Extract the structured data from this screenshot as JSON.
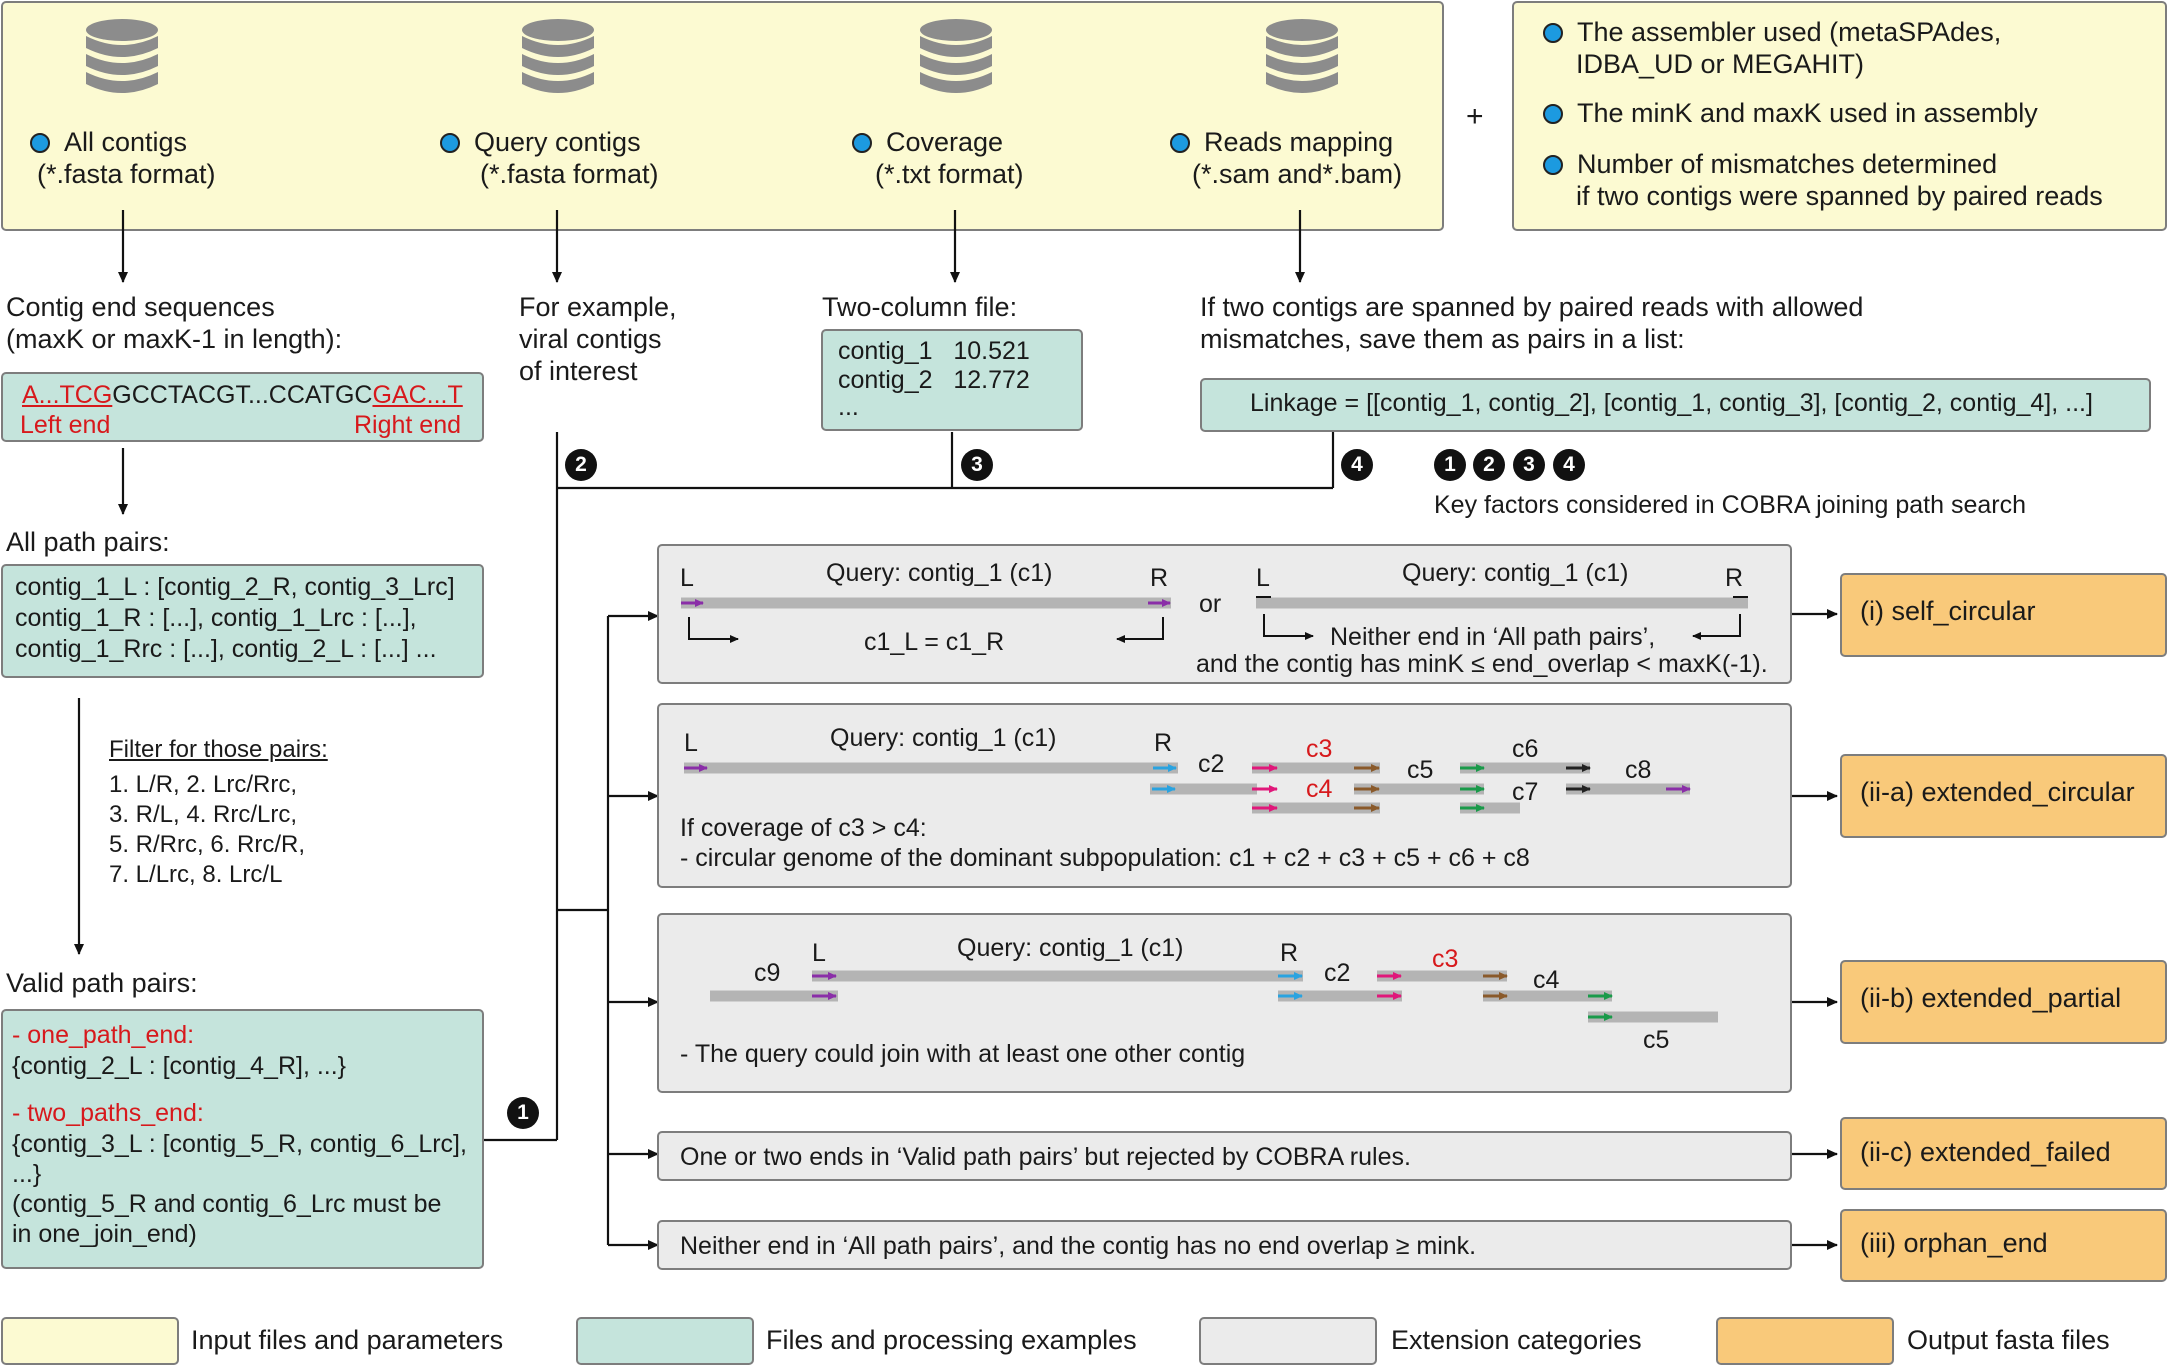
{
  "inputs": [
    {
      "label": "All contigs",
      "format": "(*.fasta format)"
    },
    {
      "label": "Query contigs",
      "format": "(*.fasta format)"
    },
    {
      "label": "Coverage",
      "format": "(*.txt format)"
    },
    {
      "label": "Reads mapping",
      "format": "(*.sam and*.bam)"
    }
  ],
  "plus": "+",
  "params": [
    [
      "The assembler used (metaSPAdes,",
      "IDBA_UD or MEGAHIT)"
    ],
    [
      "The minK and maxK used in assembly"
    ],
    [
      "Number of mismatches determined",
      "if two contigs were spanned by paired reads"
    ]
  ],
  "contig_end": {
    "title1": "Contig end sequences",
    "title2": "(maxK or maxK-1 in length):",
    "seq_left_red": "A...TCG",
    "seq_mid": "GCCTACGT...CCATGC",
    "seq_right_red": "GAC...T",
    "left_end": "Left end",
    "right_end": "Right end"
  },
  "query_example": [
    "For example,",
    "viral contigs",
    "of interest"
  ],
  "two_column": {
    "title": "Two-column file:",
    "rows": [
      [
        "contig_1",
        "10.521"
      ],
      [
        "contig_2",
        "12.772"
      ],
      [
        "...",
        ""
      ]
    ]
  },
  "linkage": {
    "title1": "If two contigs are spanned by paired reads with allowed",
    "title2": "mismatches, save them as pairs in a list:",
    "text": "Linkage = [[contig_1, contig_2], [contig_1, contig_3], [contig_2, contig_4], ...]"
  },
  "key_factors": {
    "numbers": [
      "1",
      "2",
      "3",
      "4"
    ],
    "text": "Key factors considered in COBRA joining path search"
  },
  "all_path_pairs": {
    "title": "All path pairs:",
    "lines": [
      "contig_1_L : [contig_2_R, contig_3_Lrc]",
      "contig_1_R : [...], contig_1_Lrc : [...],",
      "contig_1_Rrc : [...], contig_2_L : [...] ..."
    ]
  },
  "filter": {
    "title": "Filter for those pairs:",
    "lines": [
      "1. L/R, 2. Lrc/Rrc,",
      "3. R/L, 4. Rrc/Lrc,",
      "5. R/Rrc, 6. Rrc/R,",
      "7. L/Lrc, 8. Lrc/L"
    ]
  },
  "valid_path_pairs": {
    "title": "Valid path pairs:",
    "one_label": "- one_path_end:",
    "one_text": "{contig_2_L : [contig_4_R], ...}",
    "two_label": "- two_paths_end:",
    "two_lines": [
      "{contig_3_L : [contig_5_R, contig_6_Lrc],",
      "...}",
      "(contig_5_R and contig_6_Lrc must be",
      "in one_join_end)"
    ]
  },
  "cat1": {
    "L": "L",
    "R": "R",
    "query": "Query: contig_1 (c1)",
    "eq": "c1_L = c1_R",
    "or": "or",
    "L2": "L",
    "R2": "R",
    "query2": "Query: contig_1 (c1)",
    "note1": "Neither end in ‘All path pairs’,",
    "note2": "and the contig has minK ≤ end_overlap < maxK(-1)."
  },
  "cat2": {
    "L": "L",
    "R": "R",
    "query": "Query: contig_1 (c1)",
    "labels": {
      "c2": "c2",
      "c3": "c3",
      "c4": "c4",
      "c5": "c5",
      "c6": "c6",
      "c7": "c7",
      "c8": "c8"
    },
    "note1": "If coverage of c3 > c4:",
    "note2": "- circular genome of the dominant subpopulation: c1 + c2 + c3 + c5 + c6 + c8"
  },
  "cat3": {
    "L": "L",
    "R": "R",
    "query": "Query: contig_1 (c1)",
    "labels": {
      "c9": "c9",
      "c2": "c2",
      "c3": "c3",
      "c4": "c4",
      "c5": "c5"
    },
    "note": "- The query could join with at least one other contig"
  },
  "cat4": {
    "note": "One or two ends in ‘Valid path pairs’ but rejected by COBRA rules."
  },
  "cat5": {
    "note": "Neither end in ‘All path pairs’, and the contig has no end overlap ≥ mink."
  },
  "outputs": [
    "(i) self_circular",
    "(ii-a) extended_circular",
    "(ii-b) extended_partial",
    "(ii-c) extended_failed",
    "(iii) orphan_end"
  ],
  "legend": [
    "Input files and parameters",
    "Files and processing examples",
    "Extension categories",
    "Output fasta files"
  ],
  "colors": {
    "input": "#fcfad2",
    "files": "#c5e4dc",
    "category": "#ebebeb",
    "output": "#f9c97a",
    "dot": "#1c9ae0",
    "purple": "#8a2ea8",
    "blue": "#2aa3e0",
    "pink": "#e0187a",
    "brown": "#8a5a2b",
    "green": "#1a9a4a",
    "black": "#222222",
    "red": "#d7191c"
  }
}
